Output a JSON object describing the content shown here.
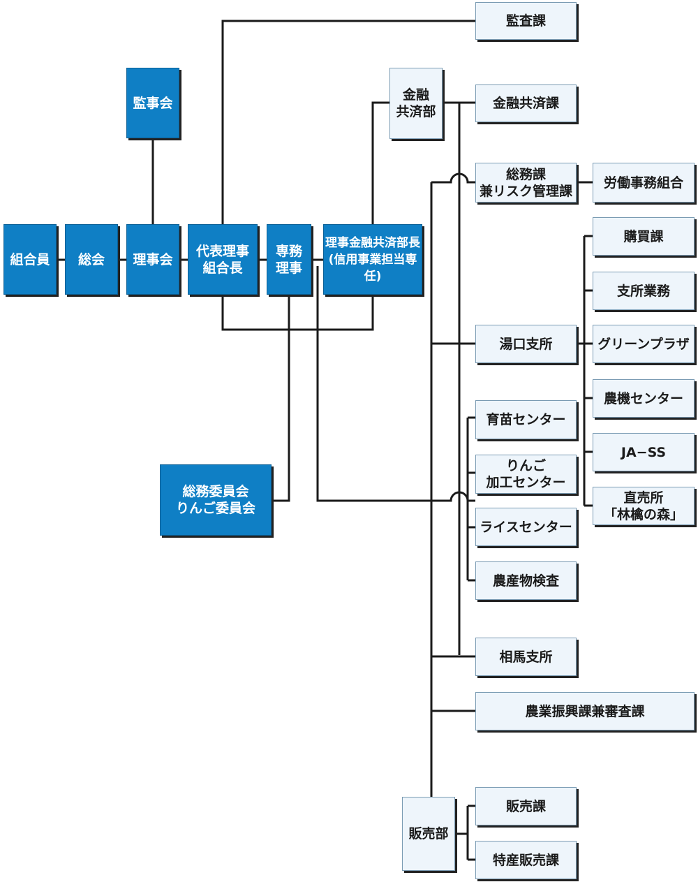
{
  "colors": {
    "top_level": "#0f7fc5",
    "department": "#eef5fb",
    "line": "#1a1a1a"
  },
  "nodes": {
    "kumiaiin": "組合員",
    "sokai": "総会",
    "rijikai": "理事会",
    "kanjikai": "監事会",
    "daihyo": "代表理事\n組合長",
    "senmu": "専務\n理事",
    "kinyu_bucho": "理事金融共済部長\n(信用事業担当専任)",
    "iinkai": "総務委員会\nりんご委員会",
    "kansa": "監査課",
    "kinyu_bu": "金融\n共済部",
    "kinyu_ka": "金融共済課",
    "somu": "総務課\n兼リスク管理課",
    "rodo": "労働事務組合",
    "kobai": "購買課",
    "shisho_gyomu": "支所業務",
    "green": "グリーンプラザ",
    "noki": "農機センター",
    "jass": "JA−SS",
    "chokubai": "直売所\n「林檎の森」",
    "yuguchi": "湯口支所",
    "ikubyo": "育苗センター",
    "ringo_kako": "りんご\n加工センター",
    "rice": "ライスセンター",
    "nosanbutsu": "農産物検査",
    "soma": "相馬支所",
    "noshin": "農業振興課兼審査課",
    "hanbai_bu": "販売部",
    "hanbai_ka": "販売課",
    "tokusan": "特産販売課"
  }
}
